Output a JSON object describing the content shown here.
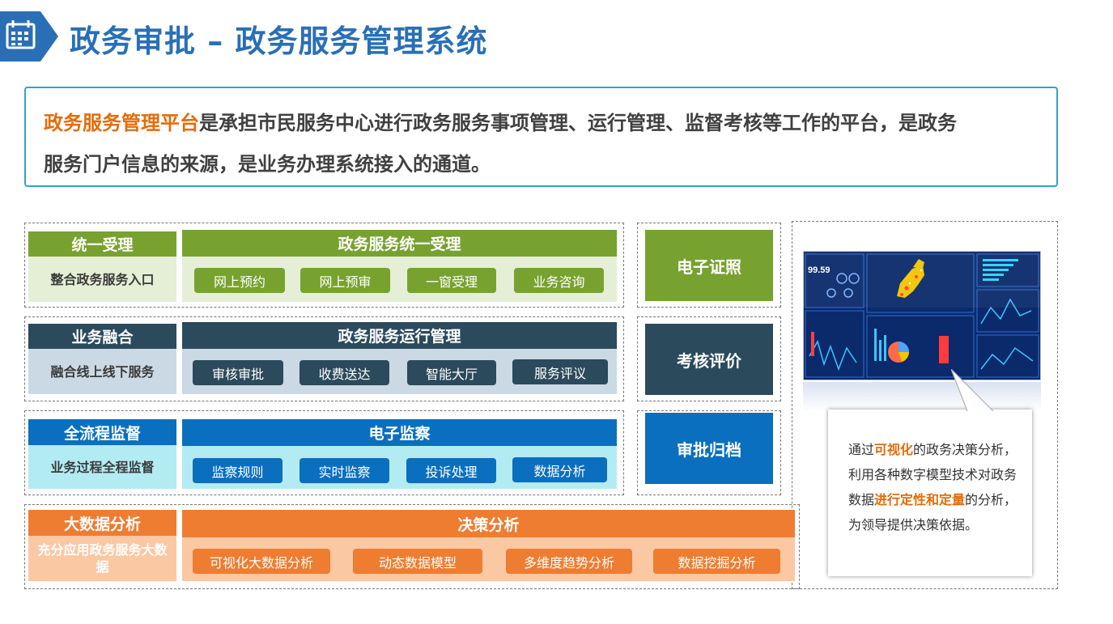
{
  "header": {
    "title": "政务审批 – 政务服务管理系统"
  },
  "intro": {
    "highlight": "政务服务管理平台",
    "line1_rest": "是承担市民服务中心进行政务服务事项管理、运行管理、监督考核等工作的平台，是政务",
    "line2": "服务门户信息的来源，是业务办理系统接入的通道。"
  },
  "rows": [
    {
      "left_title": "统一受理",
      "left_sub": "整合政务服务入口",
      "main_title": "政务服务统一受理",
      "pills": [
        "网上预约",
        "网上预审",
        "一窗受理",
        "业务咨询"
      ],
      "side": "电子证照"
    },
    {
      "left_title": "业务融合",
      "left_sub": "融合线上线下服务",
      "main_title": "政务服务运行管理",
      "pills": [
        "审核审批",
        "收费送达",
        "智能大厅",
        "服务评议"
      ],
      "side": "考核评价"
    },
    {
      "left_title": "全流程监督",
      "left_sub": "业务过程全程监督",
      "main_title": "电子监察",
      "pills": [
        "监察规则",
        "实时监察",
        "投诉处理",
        "数据分析"
      ],
      "side": "审批归档"
    },
    {
      "left_title": "大数据分析",
      "left_sub": "充分应用政务服务大数据",
      "main_title": "决策分析",
      "pills": [
        "可视化大数据分析",
        "动态数据模型",
        "多维度趋势分析",
        "数据挖掘分析"
      ]
    }
  ],
  "colors": {
    "green": "#77a22f",
    "green_light": "#e4efd5",
    "navy": "#2b4a5c",
    "navy_light": "#cbd9e4",
    "blue": "#0b6fbf",
    "cyan_light": "#b3ebf3",
    "orange": "#ee7d31",
    "orange_light": "#fbc8a4",
    "title_blue": "#2a6fb6",
    "highlight_orange": "#e46c0a"
  },
  "dashboard": {
    "readout": "99.59"
  },
  "callout": {
    "t1": "通过",
    "h1": "可视化",
    "t2": "的政务决策分析，利用各种数字模型技术对政务数据",
    "h2": "进行定性和定量",
    "t3": "的分析，为领导提供决策依据。"
  }
}
